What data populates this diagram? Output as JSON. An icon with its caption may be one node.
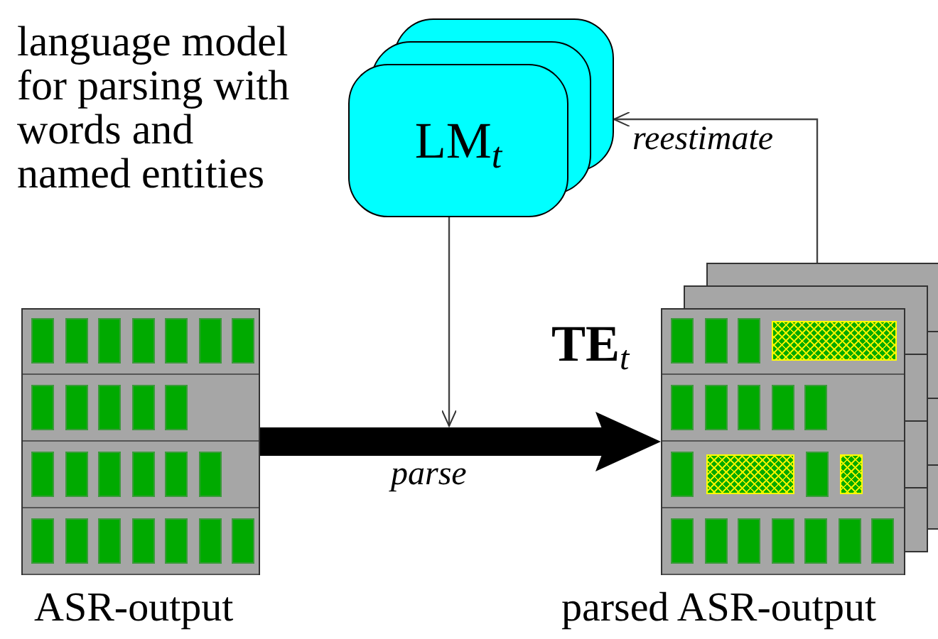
{
  "diagram": {
    "nodes": [
      {
        "text": [
          "LM$_{t}$"
        ],
        "beside": [
          "language model for parsing with words and named entities"
        ]
      },
      {
        "text": [],
        "shape": "box",
        "beside": [
          "ASR-output"
        ]
      },
      {
        "text": [],
        "shape": "box",
        "beside": [
          "**TE**$_{t}$",
          "parsed ASR-output"
        ]
      }
    ],
    "edges": [
      {
        "from": 1,
        "to": 2,
        "arrow": "to",
        "label": "parse",
        "style": "thick"
      },
      {
        "from": 0,
        "to": null,
        "arrow": "to"
      },
      {
        "from": 2,
        "to": 0,
        "arrow": "to",
        "label": "reestimate"
      }
    ]
  }
}
